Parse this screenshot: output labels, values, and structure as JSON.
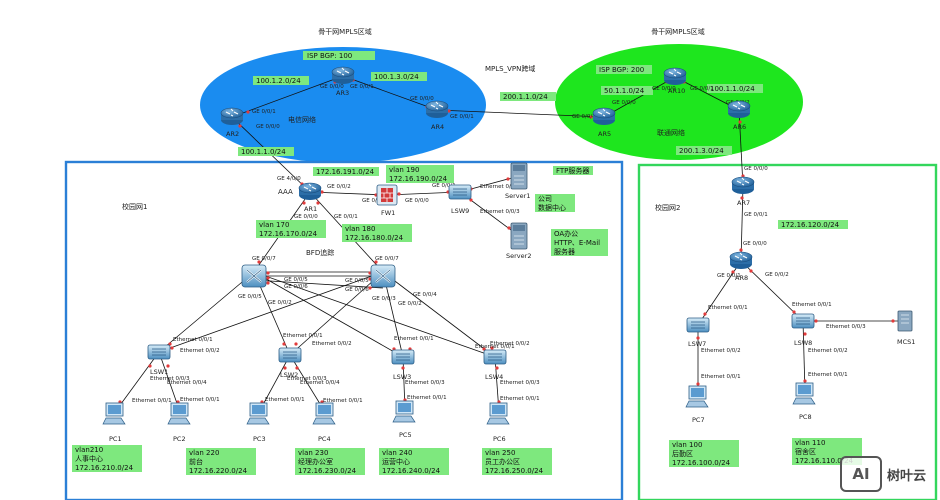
{
  "regions": {
    "left_cloud_title": "骨干网MPLS区域",
    "right_cloud_title": "骨干网MPLS区域",
    "left_isp": "ISP  BGP: 100",
    "right_isp": "ISP  BGP: 200",
    "vpn_label": "MPLS_VPN跨域",
    "left_carrier": "电信网络",
    "right_carrier": "联通网络",
    "campus1": "校园网1",
    "campus2": "校园网2"
  },
  "subnets": {
    "ar2_ar3": "100.1.2.0/24",
    "ar3_ar4": "100.1.3.0/24",
    "ar4_ar5": "200.1.1.0/24",
    "ar5_ar6": "50.1.1.0/24",
    "ar6_r": "100.1.1.0/24",
    "ar2_ar1": "100.1.1.0/24",
    "ar6_ar7": "200.1.3.0/24",
    "ar1_lsw9": "172.16.191.0/24",
    "ar7_ar8": "172.16.120.0/24"
  },
  "vlans": {
    "v190": "vlan 190",
    "v190_net": "172.16.190.0/24",
    "v170": "vlan 170",
    "v170_net": "172.16.170.0/24",
    "v180": "vlan 180",
    "v180_net": "172.16.180.0/24"
  },
  "notes": {
    "aaa": "AAA",
    "bfd": "BFD追踪",
    "ftp": "FTP服务器",
    "dc_line1": "公司",
    "dc_line2": "数据中心",
    "oa_line1": "OA办公",
    "oa_line2": "HTTP、E-Mail",
    "oa_line3": "服务器"
  },
  "dept_boxes": [
    {
      "l1": "vlan210",
      "l2": "人事中心",
      "l3": "172.16.210.0/24"
    },
    {
      "l1": "vlan 220",
      "l2": "前台",
      "l3": "172.16.220.0/24"
    },
    {
      "l1": "vlan 230",
      "l2": "经理办公室",
      "l3": "172.16.230.0/24"
    },
    {
      "l1": "vlan 240",
      "l2": "运营中心",
      "l3": "172.16.240.0/24"
    },
    {
      "l1": "vlan 250",
      "l2": "员工办公区",
      "l3": "172.16.250.0/24"
    },
    {
      "l1": "vlan 100",
      "l2": "后勤区",
      "l3": "172.16.100.0/24"
    },
    {
      "l1": "vlan 110",
      "l2": "宿舍区",
      "l3": "172.16.110.0/24"
    }
  ],
  "devices": {
    "ar1": "AR1",
    "ar2": "AR2",
    "ar3": "AR3",
    "ar4": "AR4",
    "ar5": "AR5",
    "ar6": "AR6",
    "ar7": "AR7",
    "ar8": "AR8",
    "ar10": "AR10",
    "fw1": "FW1",
    "lsw9": "LSW9",
    "lsw1": "LSW1",
    "lsw2": "LSW2",
    "lsw3": "LSW3",
    "lsw4": "LSW4",
    "lsw7": "LSW7",
    "lsw8": "LSW8",
    "server1": "Server1",
    "server2": "Server2",
    "mcs1": "MCS1",
    "pc1": "PC1",
    "pc2": "PC2",
    "pc3": "PC3",
    "pc4": "PC4",
    "pc5": "PC5",
    "pc6": "PC6",
    "pc7": "PC7",
    "pc8": "PC8"
  },
  "ifaces": {
    "ge000": "GE 0/0/0",
    "ge001": "GE 0/0/1",
    "ge002": "GE 0/0/2",
    "ge003": "GE 0/0/3",
    "ge004": "GE 0/0/4",
    "ge005": "GE 0/0/5",
    "ge006": "GE 0/0/6",
    "ge007": "GE 0/0/7",
    "ge400": "GE 4/0/0",
    "eth001": "Ethernet 0/0/1",
    "eth002": "Ethernet 0/0/2",
    "eth003": "Ethernet 0/0/3",
    "eth004": "Ethernet 0/0/4"
  },
  "watermark": {
    "logo": "AI",
    "text": "树叶云"
  },
  "colors": {
    "blue_cloud": "#1a8cf0",
    "green_cloud": "#1ee61e",
    "label_green": "#7ee87e",
    "campus1_border": "#2b7fd6",
    "campus2_border": "#33d65c"
  }
}
